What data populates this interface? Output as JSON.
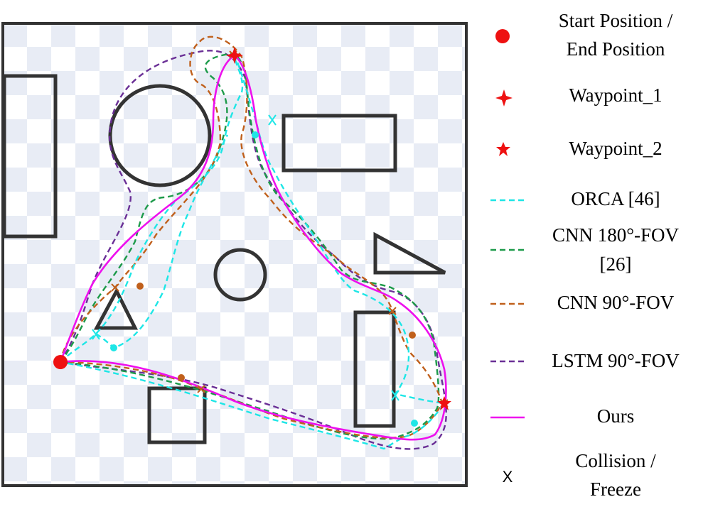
{
  "legend": {
    "start_end": {
      "line1": "Start Position /",
      "line2": "End Position"
    },
    "waypoint_1": "Waypoint_1",
    "waypoint_2": "Waypoint_2",
    "orca": "ORCA [46]",
    "cnn180": {
      "line1": "CNN 180°-FOV",
      "line2": "[26]"
    },
    "cnn90": "CNN 90°-FOV",
    "lstm90": "LSTM 90°-FOV",
    "ours": "Ours",
    "collision": {
      "line1": "Collision /",
      "line2": "Freeze"
    },
    "collision_glyph": "X"
  },
  "colors": {
    "orca": "#1ee6e6",
    "cnn180": "#1d9a4a",
    "cnn90": "#c0601c",
    "lstm90": "#6a2f96",
    "ours": "#ee10ee",
    "marker_red": "#ee1111",
    "obstacle": "#333333",
    "checker": "#e6ebf5"
  }
}
